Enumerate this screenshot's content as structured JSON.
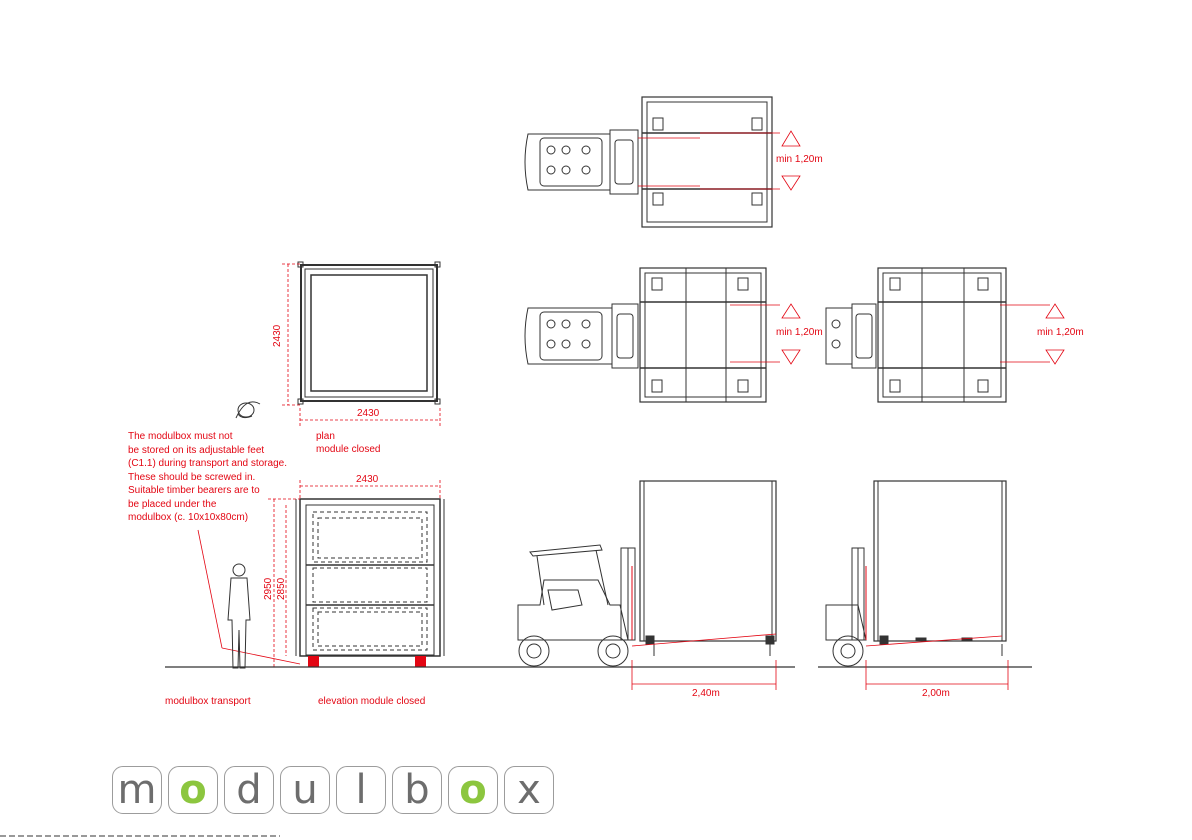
{
  "notes": {
    "storage_note": "The modulbox must not\nbe stored on its adjustable feet\n(C1.1) during transport and storage.\nThese should be screwed in.\nSuitable timber bearers are to\nbe placed under the\nmodulbox (c. 10x10x80cm)"
  },
  "plan": {
    "width_dim": "2430",
    "depth_dim": "2430",
    "caption_line1": "plan",
    "caption_line2": "module closed"
  },
  "elevation": {
    "width_dim": "2430",
    "height_dim_outer": "2950",
    "height_dim_inner": "2850",
    "caption": "elevation module closed"
  },
  "transport": {
    "caption": "modulbox transport"
  },
  "forklift_plans": {
    "clearance_1": "min 1,20m",
    "clearance_2": "min 1,20m",
    "clearance_3": "min 1,20m"
  },
  "forklift_elevations": {
    "length_1": "2,40m",
    "length_2": "2,00m"
  },
  "logo": {
    "letters": [
      "m",
      "o",
      "d",
      "u",
      "l",
      "b",
      "o",
      "x"
    ],
    "accent_color": "#8cc63f",
    "text_color": "#6d6d6d"
  },
  "colors": {
    "annotation": "#e30613",
    "linework": "#333333"
  }
}
